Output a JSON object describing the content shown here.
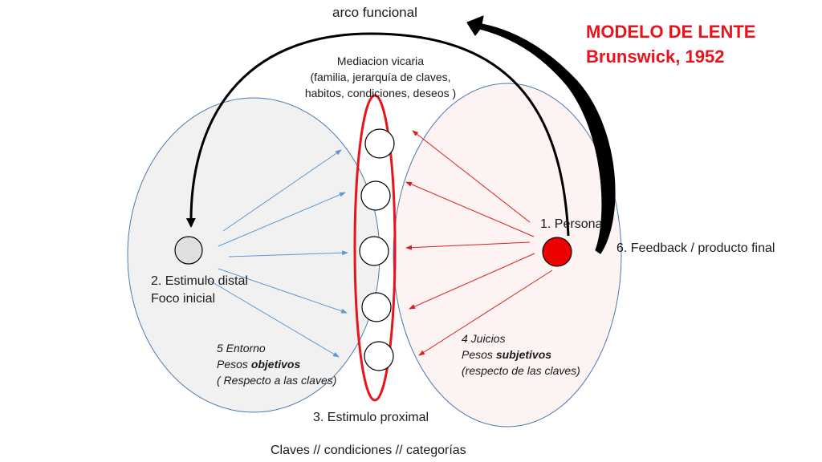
{
  "title": {
    "line1": "MODELO DE LENTE",
    "line2": "Brunswick, 1952"
  },
  "labels": {
    "arco_funcional": "arco funcional",
    "mediacion_line1": "Mediacion vicaria",
    "mediacion_line2": "(familia, jerarquía de claves,",
    "mediacion_line3": "habitos, condiciones, deseos )",
    "persona": "1. Persona",
    "feedback": "6. Feedback / producto final",
    "estimulo_distal": "2. Estimulo distal",
    "foco_inicial": "Foco inicial",
    "entorno": "5 Entorno",
    "pesos_objetivos_prefix": "Pesos ",
    "pesos_objetivos_emph": "objetivos",
    "respecto_claves_obj": "( Respecto a las claves)",
    "juicios": "4 Juicios",
    "pesos_subjetivos_prefix": "Pesos ",
    "pesos_subjetivos_emph": "subjetivos",
    "respecto_claves_subj": "(respecto de las claves)",
    "estimulo_proximal": "3. Estimulo proximal",
    "claves": "Claves // condiciones // categorías"
  },
  "colors": {
    "title": "#e8141c",
    "lens": "#e8141c",
    "persona_fill": "#ee0000",
    "objective_arrows": "#5b9bd5",
    "subjective_arrows": "#d42020",
    "left_ellipse_fill": "#f0f0f0",
    "right_ellipse_fill": "#fdf3f2",
    "ellipse_stroke": "#4a7ab0",
    "arc": "#000000"
  },
  "icons": [
    "distal-stimulus-circle",
    "persona-circle",
    "cue-circle"
  ]
}
